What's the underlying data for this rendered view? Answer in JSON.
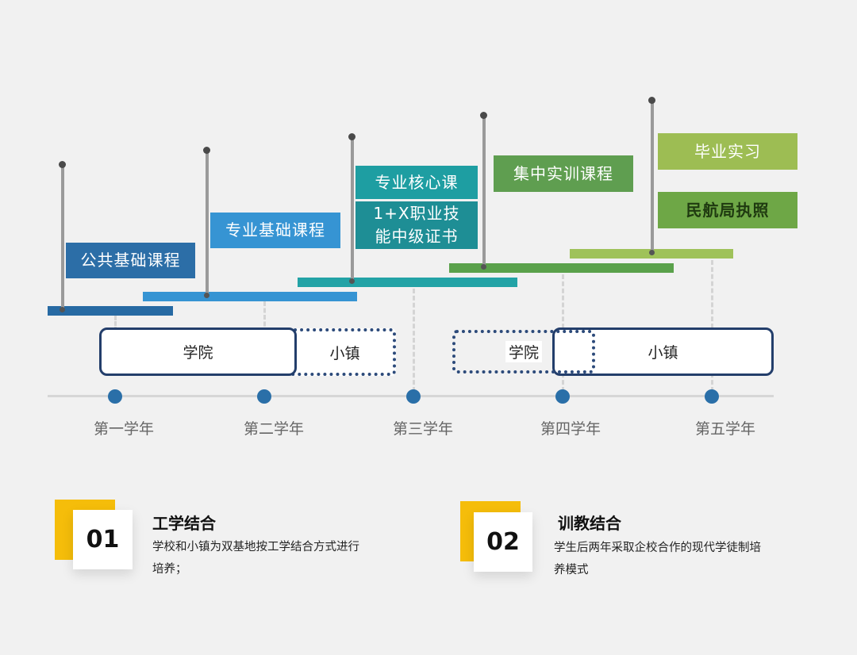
{
  "courses": [
    {
      "label": "公共基础课程",
      "color": "#2c6ea7"
    },
    {
      "label": "专业基础课程",
      "color": "#3694d3"
    },
    {
      "label": "专业核心课",
      "color": "#1e9ea2"
    },
    {
      "label": "1+X职业技能中级证书",
      "line1": "1+X职业技",
      "line2": "能中级证书",
      "color": "#1e8e95"
    },
    {
      "label": "集中实训课程",
      "color": "#5f9e50"
    },
    {
      "label": "毕业实习",
      "color": "#9dbd53"
    },
    {
      "label": "民航局执照",
      "color": "#6ea746",
      "text_color": "#1f3a10"
    }
  ],
  "bar_colors": [
    "#276aa3",
    "#3694d3",
    "#23a3a6",
    "#5aa14b",
    "#9fc25a"
  ],
  "locations": {
    "first_school": "学院",
    "first_town": "小镇",
    "second_school": "学院",
    "second_town": "小镇"
  },
  "years": [
    "第一学年",
    "第二学年",
    "第三学年",
    "第四学年",
    "第五学年"
  ],
  "timeline_color": "#2a6fa8",
  "cards": [
    {
      "number": "01",
      "title": "工学结合",
      "desc_line1": "学校和小镇为双基地按工学结合方式进行",
      "desc_line2": "培养；"
    },
    {
      "number": "02",
      "title": "训教结合",
      "desc_line1": "学生后两年采取企校合作的现代学徒制培",
      "desc_line2": "养模式"
    }
  ],
  "accent_color": "#f5bd0a"
}
